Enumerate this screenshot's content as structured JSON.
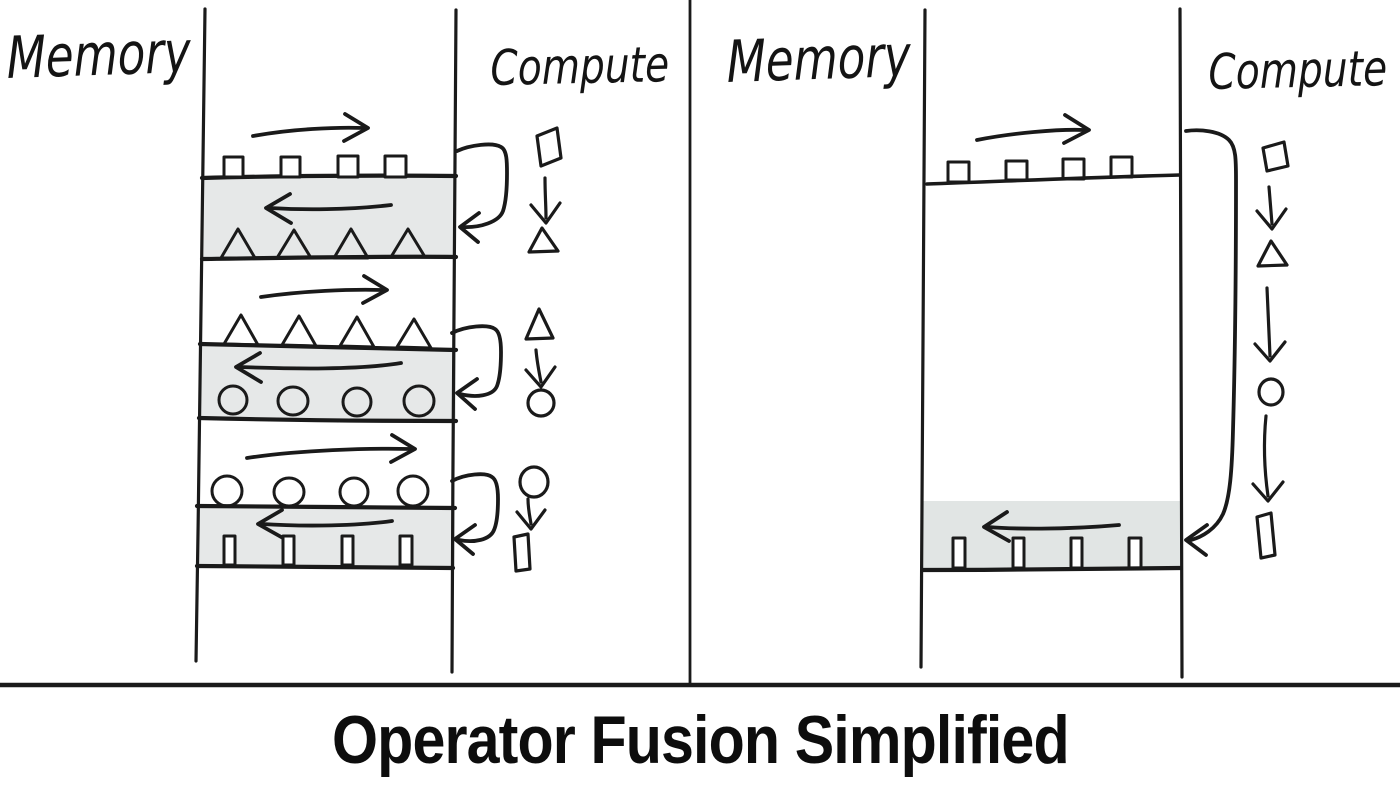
{
  "title": "Operator Fusion Simplified",
  "left_panel": {
    "memory_label": "Memory",
    "compute_label": "Compute",
    "description": "unfused operators: each op loads from memory and writes result back",
    "memory_rows": [
      {
        "load_shapes": "squares",
        "load_arrow": "right",
        "store_shapes": "triangles",
        "store_arrow": "left",
        "writeback_band": true
      },
      {
        "load_shapes": "triangles",
        "load_arrow": "right",
        "store_shapes": "circles",
        "store_arrow": "left",
        "writeback_band": true
      },
      {
        "load_shapes": "circles",
        "load_arrow": "right",
        "store_shapes": "bars",
        "store_arrow": "left",
        "writeback_band": true
      }
    ],
    "compute_steps": [
      "square",
      "triangle",
      "circle",
      "bar"
    ],
    "roundtrip_arrows": 3
  },
  "right_panel": {
    "memory_label": "Memory",
    "compute_label": "Compute",
    "description": "fused operators: one load, one store",
    "memory_rows": [
      {
        "load_shapes": "squares",
        "load_arrow": "right"
      },
      {
        "store_shapes": "bars",
        "store_arrow": "left",
        "writeback_band": true
      }
    ],
    "compute_steps": [
      "square",
      "triangle",
      "circle",
      "bar"
    ],
    "roundtrip_arrows": 1
  },
  "colors": {
    "ink": "#1a1a1a",
    "band": "#e6e8e8",
    "background": "#ffffff"
  }
}
